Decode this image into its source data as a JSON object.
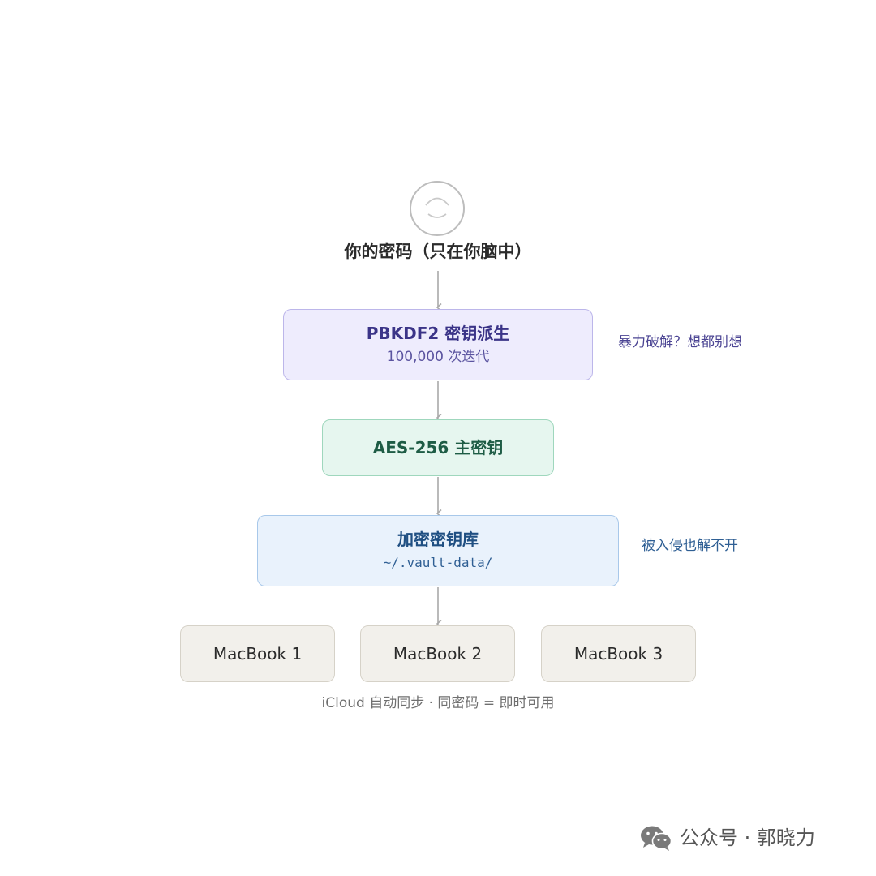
{
  "user": {
    "label": "你的密码（只在你脑中）",
    "icon": "user-face-icon"
  },
  "flow": {
    "pbkdf2": {
      "title": "PBKDF2 密钥派生",
      "subtitle": "100,000 次迭代",
      "note": "暴力破解？想都别想"
    },
    "aes": {
      "title": "AES-256 主密钥"
    },
    "vault": {
      "title": "加密密钥库",
      "subtitle": "~/.vault-data/",
      "note": "被入侵也解不开"
    },
    "devices": [
      {
        "label": "MacBook 1"
      },
      {
        "label": "MacBook 2"
      },
      {
        "label": "MacBook 3"
      }
    ],
    "sync_caption": "iCloud 自动同步 · 同密码 = 即时可用"
  },
  "watermark": {
    "text": "公众号 · 郭晓力",
    "icon": "wechat-icon"
  },
  "colors": {
    "pbkdf2_fill": "#eeecfd",
    "pbkdf2_border": "#bcb6ea",
    "aes_fill": "#e6f6ef",
    "aes_border": "#9fd7bd",
    "vault_fill": "#e9f2fc",
    "vault_border": "#a8c8ea",
    "device_fill": "#f2f0eb",
    "arrow": "#a9a9a9"
  }
}
